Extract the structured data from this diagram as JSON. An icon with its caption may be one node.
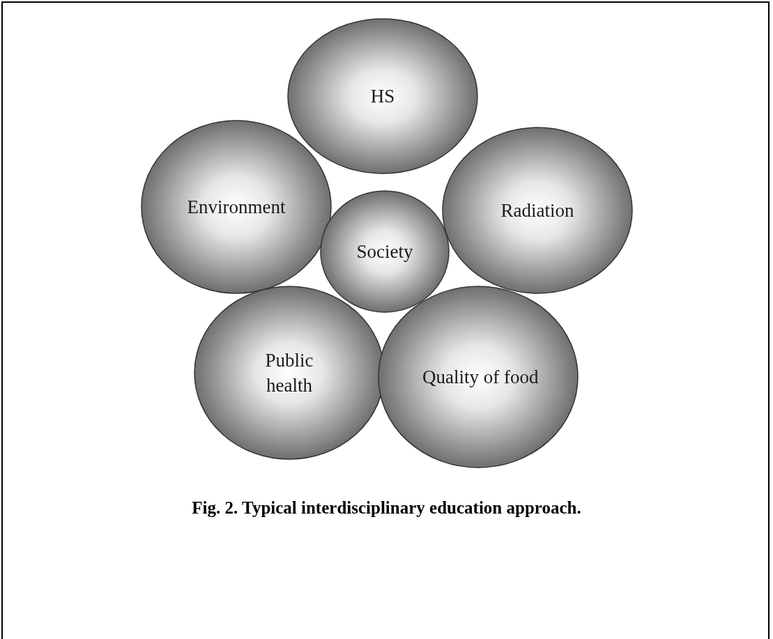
{
  "diagram": {
    "caption": "Fig. 2. Typical interdisciplinary education approach.",
    "nodes": [
      {
        "text": [
          "HS"
        ]
      },
      {
        "text": [
          "Environment"
        ]
      },
      {
        "text": [
          "Society"
        ]
      },
      {
        "text": [
          "Radiation"
        ]
      },
      {
        "text": [
          "Public health"
        ]
      },
      {
        "text": [
          "Quality of food"
        ]
      }
    ],
    "edges": []
  }
}
